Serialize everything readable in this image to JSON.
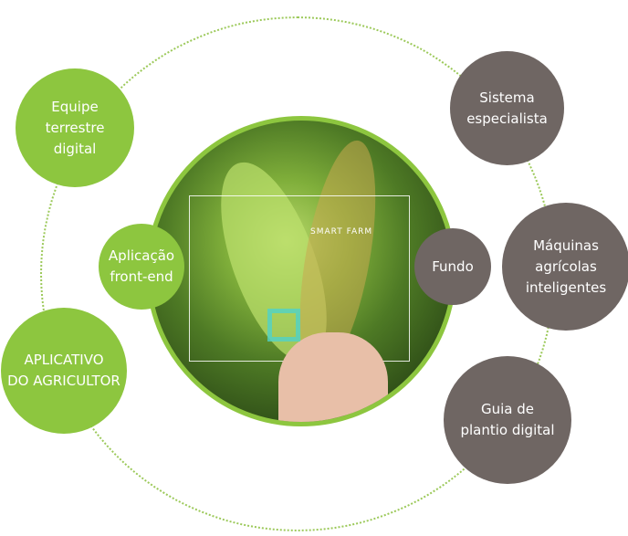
{
  "center_image": {
    "overlay_text": "SMART FARM"
  },
  "left_nodes": [
    {
      "label": "Equipe\nterrestre\ndigital"
    },
    {
      "label": "Aplicação\nfront-end"
    },
    {
      "label": "APLICATIVO\nDO AGRICULTOR"
    }
  ],
  "right_nodes": [
    {
      "label": "Sistema\nespecialista"
    },
    {
      "label": "Fundo"
    },
    {
      "label": "Máquinas\nagrícolas\ninteligentes"
    },
    {
      "label": "Guia de\nplantio digital"
    }
  ],
  "colors": {
    "green": "#8dc63f",
    "gray": "#6f6663"
  }
}
